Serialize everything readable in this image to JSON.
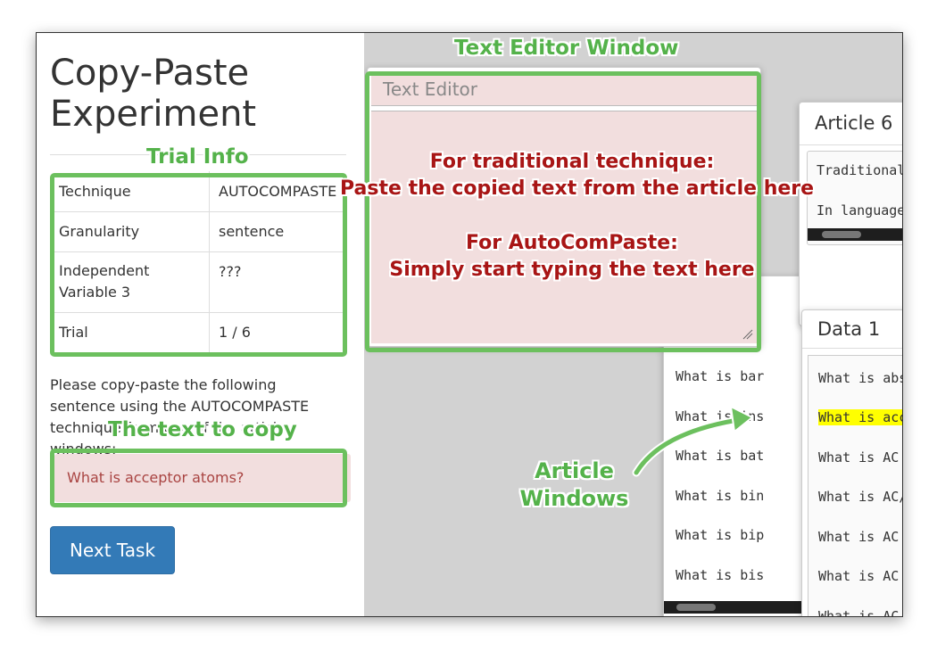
{
  "page": {
    "title": "Copy-Paste Experiment",
    "trial_table": [
      {
        "key": "Technique",
        "value": "AUTOCOMPASTE"
      },
      {
        "key": "Granularity",
        "value": "sentence"
      },
      {
        "key": "Independent Variable 3",
        "value": "???"
      },
      {
        "key": "Trial",
        "value": "1 / 6"
      }
    ],
    "instruction": "Please copy-paste the following sentence using the AUTOCOMPASTE technique from one of the article windows:",
    "target_sentence": "What is acceptor atoms?",
    "next_button": "Next Task"
  },
  "text_editor": {
    "placeholder": "Text Editor"
  },
  "article_6": {
    "title": "Article 6",
    "lines": [
      "Traditional",
      "In language"
    ]
  },
  "back_article": {
    "lines": [
      "What is bar",
      "What is ins",
      "What is bat",
      "What is bin",
      "What is bip",
      "What is bis"
    ]
  },
  "data_1": {
    "title": "Data 1",
    "lines": [
      "What is absorpt",
      "What is accepto",
      "What is AC coup",
      "What is AC/DC?",
      "What is AC gene",
      "What is AC load",
      "What is AC powe"
    ],
    "highlight_index": 1
  },
  "annotations": {
    "editor_window": "Text Editor Window",
    "trial_info": "Trial Info",
    "text_to_copy": "The text to copy",
    "traditional_heading": "For traditional technique:",
    "traditional_body": "Paste the copied text from the article here",
    "autocompaste_heading": "For AutoComPaste:",
    "autocompaste_body": "Simply start typing the text here",
    "article_windows_line1": "Article",
    "article_windows_line2": "Windows"
  },
  "colors": {
    "annotation_green": "#6cc05e",
    "annotation_red": "#a81515",
    "highlight": "#ffff00",
    "button_blue": "#337ab7",
    "editor_pink": "#f2dede"
  }
}
